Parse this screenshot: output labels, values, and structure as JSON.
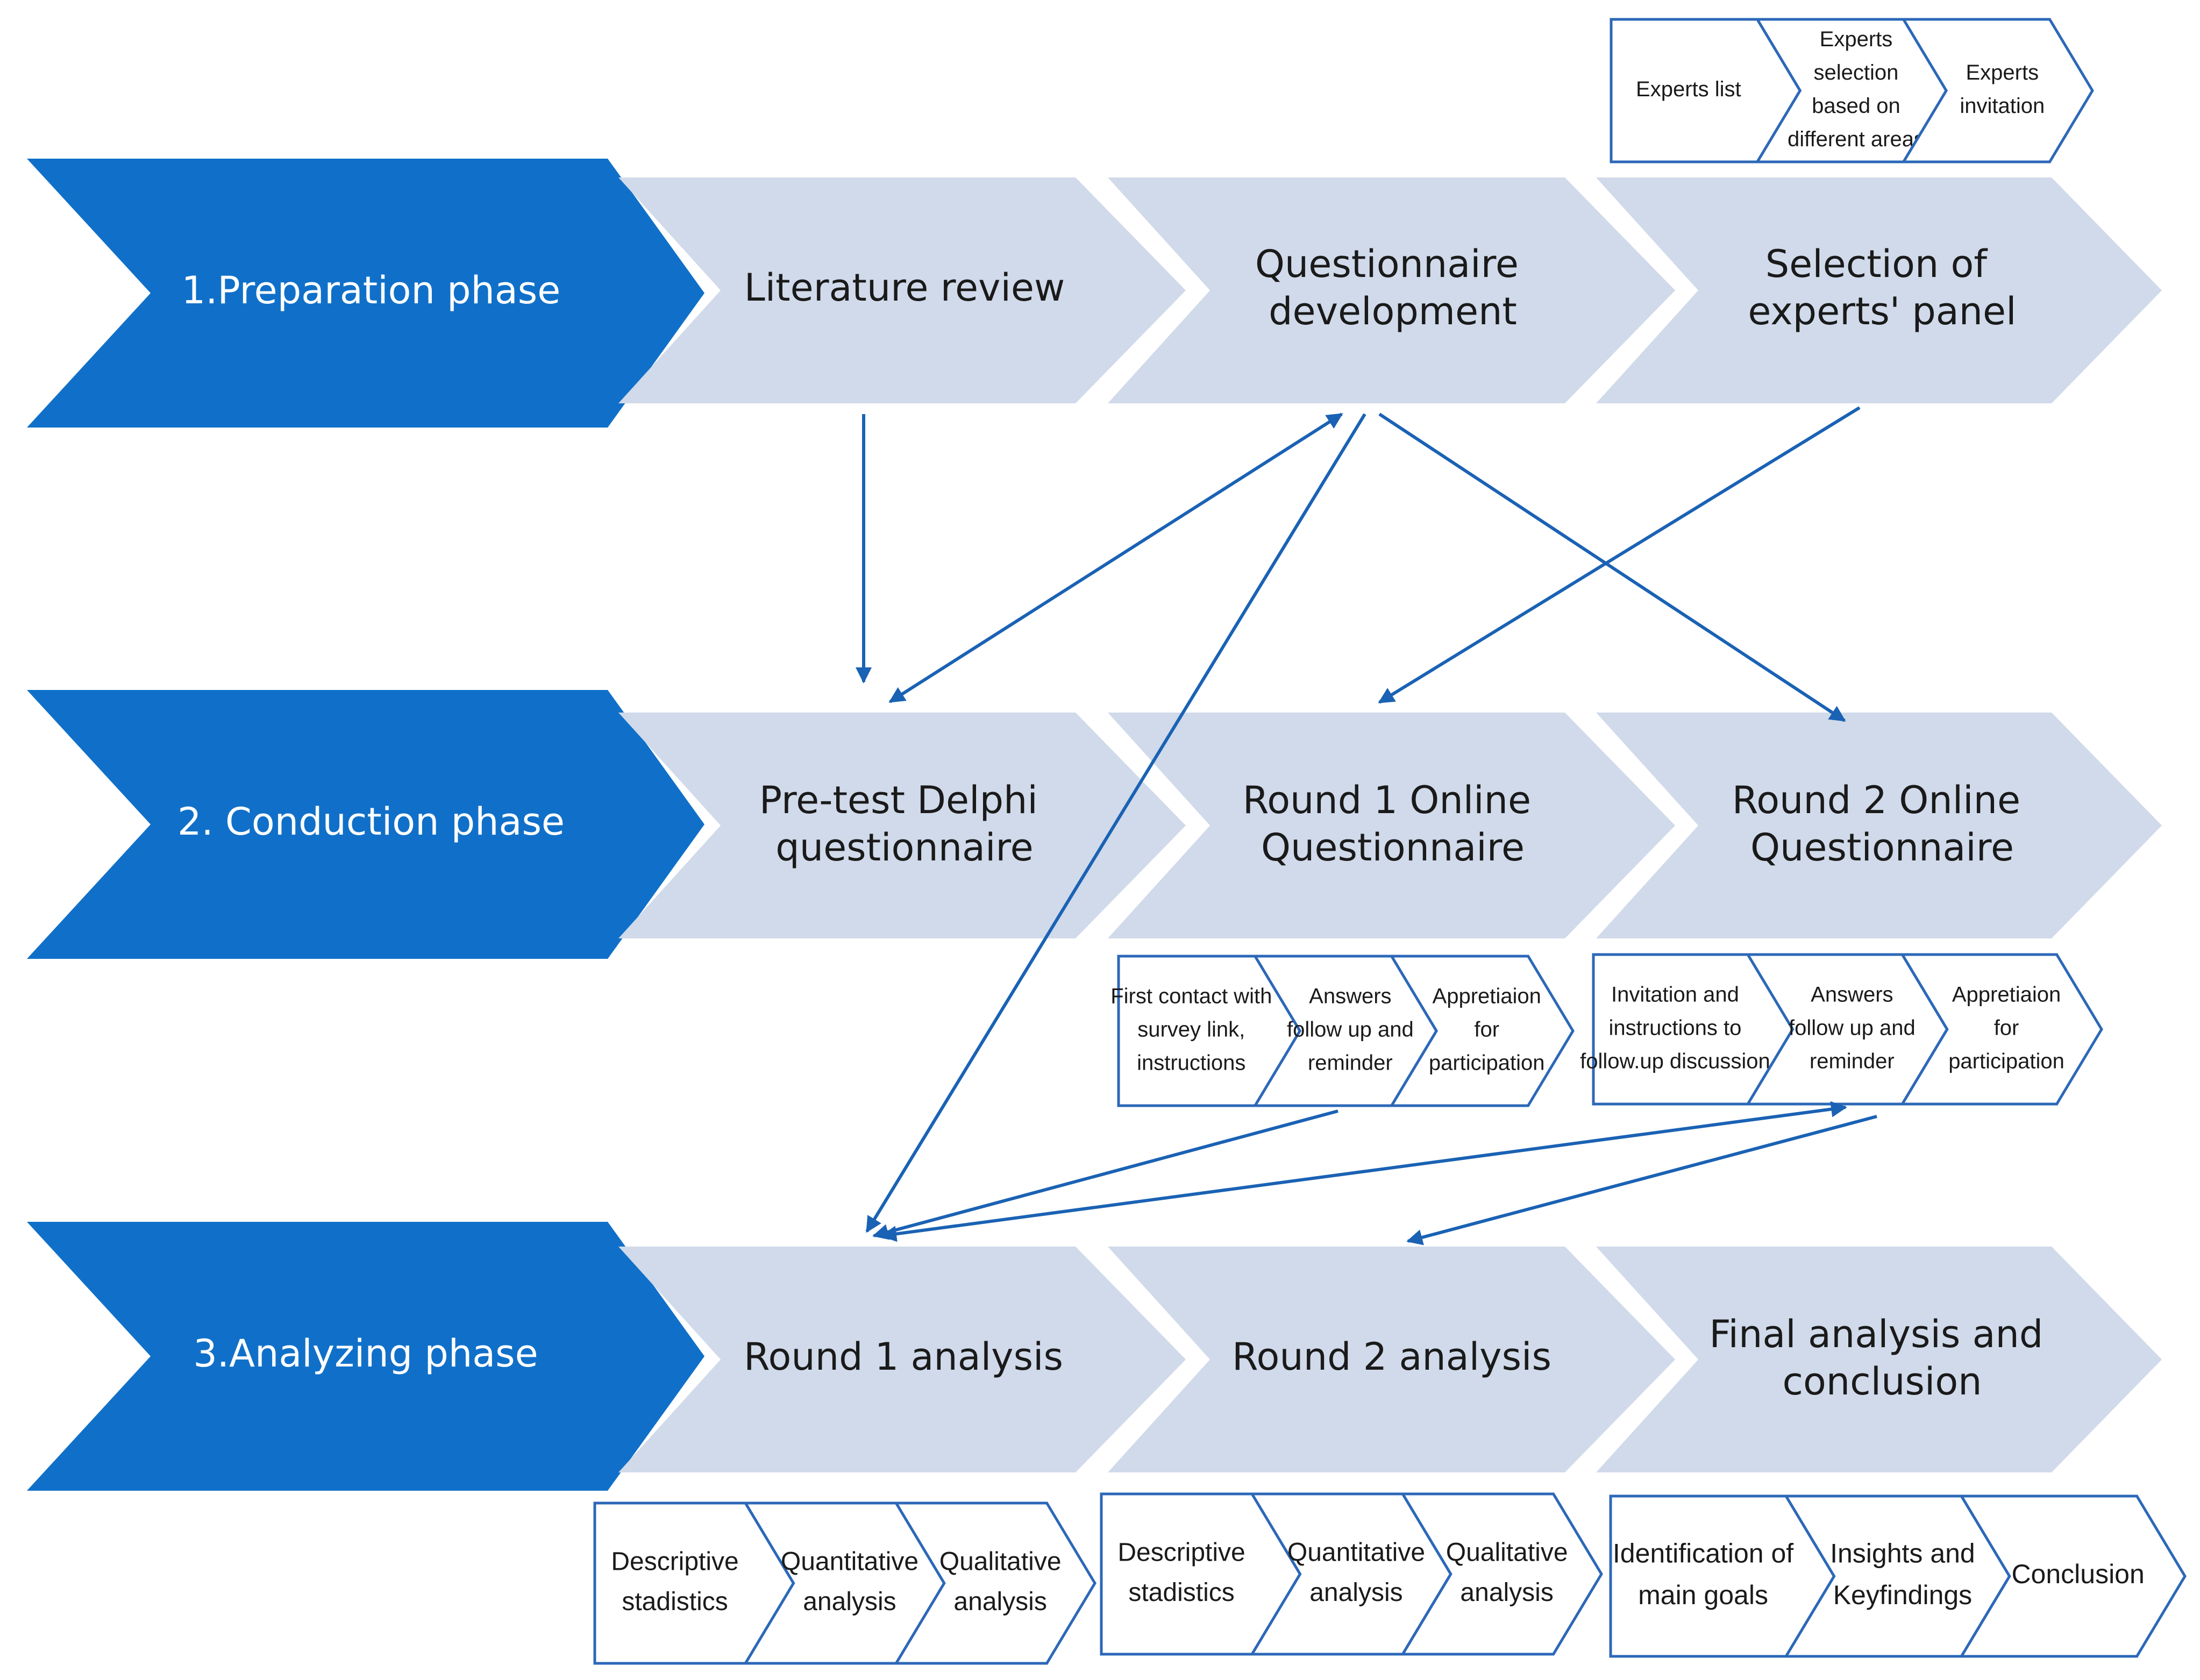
{
  "phases": [
    {
      "label": "1.Preparation phase"
    },
    {
      "label": "2. Conduction phase"
    },
    {
      "label": "3.Analyzing phase"
    }
  ],
  "steps": {
    "literature_review": [
      "Literature review"
    ],
    "questionnaire_development": [
      "Questionnaire",
      "development"
    ],
    "selection_panel": [
      "Selection of",
      "experts' panel"
    ],
    "pretest": [
      "Pre-test Delphi",
      "questionnaire"
    ],
    "round1_online": [
      "Round 1 Online",
      "Questionnaire"
    ],
    "round2_online": [
      "Round 2 Online",
      "Questionnaire"
    ],
    "round1_analysis": [
      "Round 1 analysis"
    ],
    "round2_analysis": [
      "Round 2 analysis"
    ],
    "final_analysis": [
      "Final analysis and",
      "conclusion"
    ]
  },
  "substeps": {
    "experts": [
      [
        "Experts list"
      ],
      [
        "Experts",
        "selection",
        "based on",
        "different areas"
      ],
      [
        "Experts",
        "invitation"
      ]
    ],
    "round1_online": [
      [
        "First contact with",
        "survey link,",
        "instructions"
      ],
      [
        "Answers",
        "follow up and",
        "reminder"
      ],
      [
        "Appretiaion",
        "for",
        "participation"
      ]
    ],
    "round2_online": [
      [
        "Invitation and",
        "instructions to",
        "follow.up discussion"
      ],
      [
        "Answers",
        "follow up and",
        "reminder"
      ],
      [
        "Appretiaion",
        "for",
        "participation"
      ]
    ],
    "round1_analysis": [
      [
        "Descriptive",
        "stadistics"
      ],
      [
        "Quantitative",
        "analysis"
      ],
      [
        "Qualitative",
        "analysis"
      ]
    ],
    "round2_analysis": [
      [
        "Descriptive",
        "stadistics"
      ],
      [
        "Quantitative",
        "analysis"
      ],
      [
        "Qualitative",
        "analysis"
      ]
    ],
    "final": [
      [
        "Identification of",
        "main goals"
      ],
      [
        "Insights and",
        "Keyfindings"
      ],
      [
        "Conclusion"
      ]
    ]
  },
  "colors": {
    "phase": "#1070c9",
    "step": "#d0daea",
    "connector": "#1a62b4",
    "subbox_border": "#2c68b8"
  }
}
